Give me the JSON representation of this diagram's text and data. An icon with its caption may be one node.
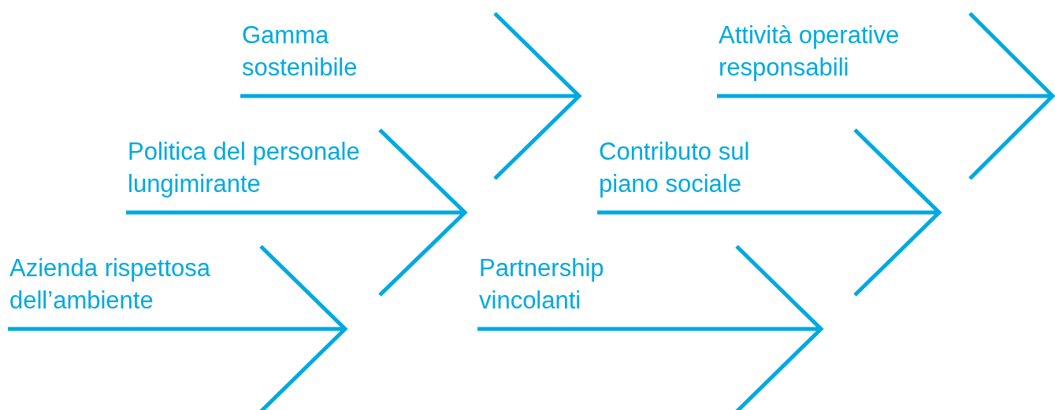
{
  "diagram": {
    "nodes": [
      {
        "text": [
          "Gamma sostenibile"
        ]
      },
      {
        "text": [
          "Attività operative responsabili"
        ]
      },
      {
        "text": [
          "Politica del personale lungimirante"
        ]
      },
      {
        "text": [
          "Contributo sul piano sociale"
        ]
      },
      {
        "text": [
          "Azienda rispettosa dell’ambiente"
        ]
      },
      {
        "text": [
          "Partnership vincolanti"
        ]
      }
    ]
  }
}
